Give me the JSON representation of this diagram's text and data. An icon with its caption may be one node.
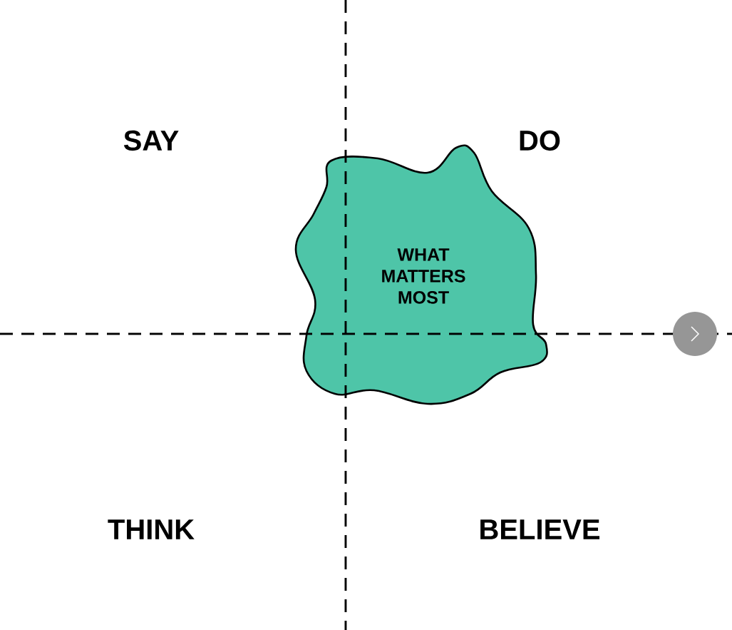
{
  "diagram": {
    "nodes": [
      {
        "text": [
          "WHAT MATTERS MOST"
        ]
      }
    ],
    "labels": [
      "SAY",
      "DO",
      "THINK",
      "BELIEVE"
    ]
  }
}
